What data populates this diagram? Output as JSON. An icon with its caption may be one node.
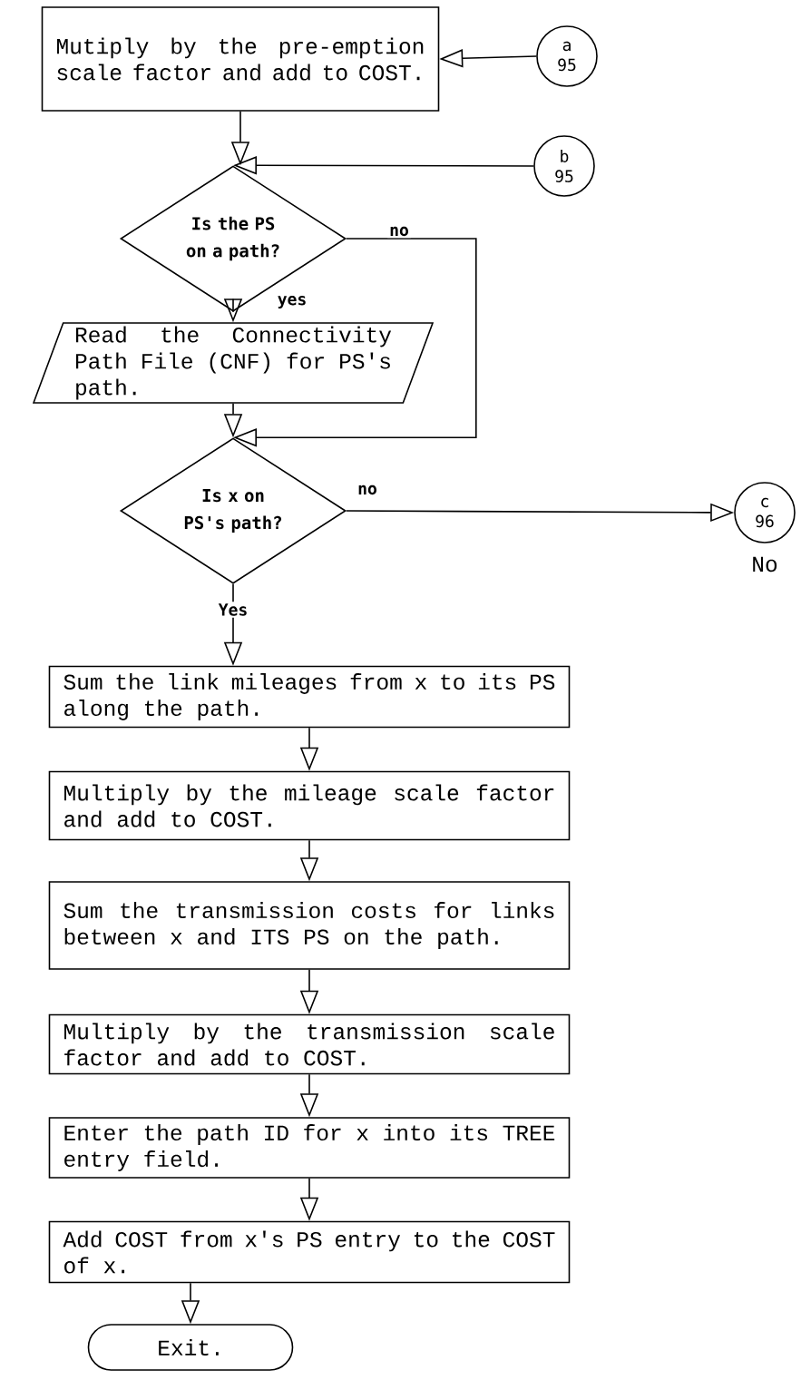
{
  "diagram": {
    "nodes": [
      {
        "text": [
          "Mutiply by the pre-emption scale factor and add to COST."
        ]
      },
      {
        "text": [
          "a",
          "95"
        ]
      },
      {
        "text": [
          "b",
          "95"
        ]
      },
      {
        "text": [
          "Is the PS on a path?"
        ]
      },
      {
        "text": [
          "Read the Connectivity Path File (CNF) for PS's path."
        ]
      },
      {
        "text": [
          "Is x on PS's path?"
        ]
      },
      {
        "text": [
          "c",
          "96"
        ],
        "beside": [
          "No"
        ]
      },
      {
        "text": [
          "Sum the link mileages from x to its PS along the path."
        ]
      },
      {
        "text": [
          "Multiply by the mileage scale factor and add to COST."
        ]
      },
      {
        "text": [
          "Sum the transmission costs for links between x and ITS PS on the path."
        ]
      },
      {
        "text": [
          "Multiply by the transmission scale factor and add to COST."
        ]
      },
      {
        "text": [
          "Enter the path ID for x into its TREE entry field."
        ]
      },
      {
        "text": [
          "Add COST from x's PS entry to the COST of x."
        ]
      },
      {
        "text": [
          "Exit."
        ]
      }
    ],
    "edges": [
      {
        "from": 1,
        "to": 0,
        "arrow": "to"
      },
      {
        "from": 0,
        "to": 3,
        "arrow": "to"
      },
      {
        "from": 2,
        "to": 3,
        "arrow": "to"
      },
      {
        "from": 3,
        "to": 4,
        "arrow": "to",
        "label": "yes"
      },
      {
        "from": 3,
        "to": 5,
        "arrow": "to",
        "label": "no"
      },
      {
        "from": 4,
        "to": 5,
        "arrow": "to"
      },
      {
        "from": 5,
        "to": 6,
        "arrow": "to",
        "label": "no"
      },
      {
        "from": 5,
        "to": 7,
        "arrow": "to",
        "label": "Yes"
      },
      {
        "from": 7,
        "to": 8,
        "arrow": "to"
      },
      {
        "from": 8,
        "to": 9,
        "arrow": "to"
      },
      {
        "from": 9,
        "to": 10,
        "arrow": "to"
      },
      {
        "from": 10,
        "to": 11,
        "arrow": "to"
      },
      {
        "from": 11,
        "to": 12,
        "arrow": "to"
      },
      {
        "from": 12,
        "to": 13,
        "arrow": "to"
      }
    ]
  }
}
